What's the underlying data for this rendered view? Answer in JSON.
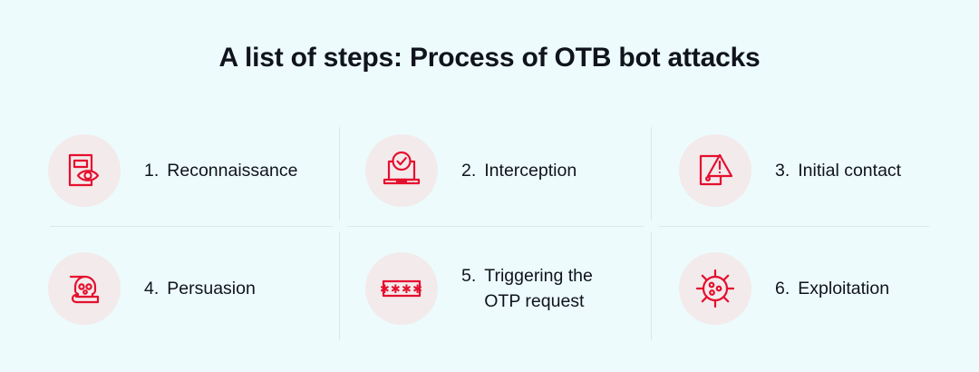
{
  "title": "A list of steps: Process of OTB bot attacks",
  "colors": {
    "background": "#edfbfc",
    "icon_accent": "#e4102f",
    "icon_badge_background": "#f3eaeb",
    "text": "#10141c",
    "divider": "#dfe7e8"
  },
  "steps": [
    {
      "number": "1.",
      "label": "Reconnaissance",
      "label_line2": "",
      "icon": "document-eye-icon"
    },
    {
      "number": "2.",
      "label": "Interception",
      "label_line2": "",
      "icon": "laptop-check-icon"
    },
    {
      "number": "3.",
      "label": "Initial contact",
      "label_line2": "",
      "icon": "phone-warning-icon"
    },
    {
      "number": "4.",
      "label": "Persuasion",
      "label_line2": "",
      "icon": "skull-document-icon"
    },
    {
      "number": "5.",
      "label": "Triggering the",
      "label_line2": "OTP request",
      "icon": "password-asterisks-icon"
    },
    {
      "number": "6.",
      "label": "Exploitation",
      "label_line2": "",
      "icon": "virus-icon"
    }
  ]
}
